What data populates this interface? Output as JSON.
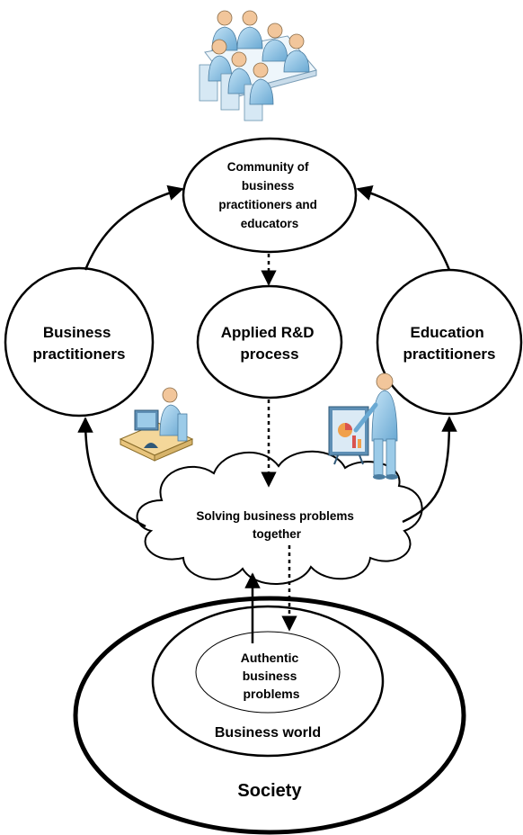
{
  "nodes": {
    "community": {
      "lines": [
        "Community of",
        "business",
        "practitioners and",
        "educators"
      ]
    },
    "applied_rd": {
      "lines": [
        "Applied R&D",
        "process"
      ]
    },
    "business_practitioners": {
      "lines": [
        "Business",
        "practitioners"
      ]
    },
    "education_practitioners": {
      "lines": [
        "Education",
        "practitioners"
      ]
    },
    "solving": {
      "lines": [
        "Solving business problems",
        "together"
      ]
    },
    "authentic": {
      "lines": [
        "Authentic",
        "business",
        "problems"
      ]
    },
    "business_world": {
      "lines": [
        "Business world"
      ]
    },
    "society": {
      "lines": [
        "Society"
      ]
    }
  },
  "icons": {
    "meeting": "meeting-group-icon",
    "computer_user": "computer-user-icon",
    "presenter": "presenter-icon"
  },
  "colors": {
    "person_fill": "#9ccbe8",
    "person_skin": "#f2c69b",
    "desk": "#f4d79a",
    "chart_red": "#d9534f",
    "chart_orange": "#f0a04b",
    "stroke": "#000000"
  }
}
